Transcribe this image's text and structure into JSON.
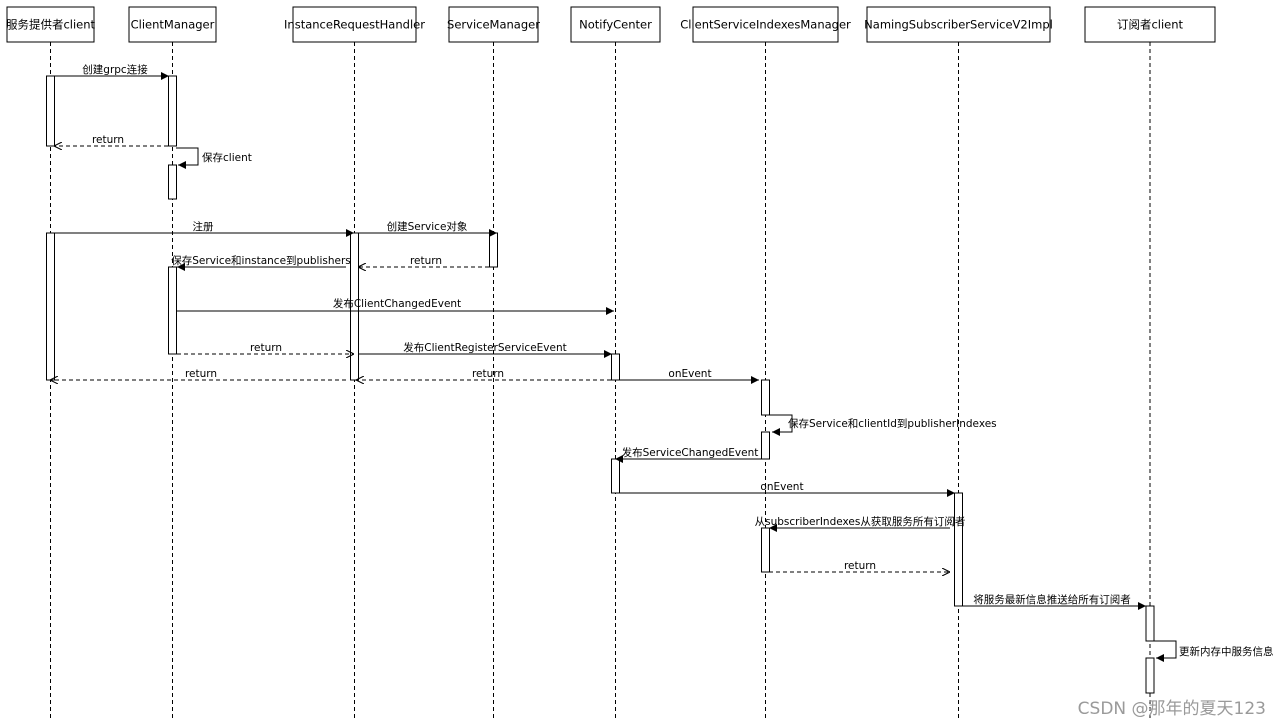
{
  "participants": [
    "服务提供者client",
    "ClientManager",
    "InstanceRequestHandler",
    "ServiceManager",
    "NotifyCenter",
    "ClientServiceIndexesManager",
    "NamingSubscriberServiceV2Impl",
    "订阅者client"
  ],
  "messages": [
    {
      "from": 0,
      "to": 1,
      "label": "创建grpc连接",
      "style": "sync"
    },
    {
      "from": 1,
      "to": 0,
      "label": "return",
      "style": "reply"
    },
    {
      "from": 1,
      "to": 1,
      "label": "保存client",
      "style": "self"
    },
    {
      "from": 0,
      "to": 2,
      "label": "注册",
      "style": "sync"
    },
    {
      "from": 2,
      "to": 3,
      "label": "创建Service对象",
      "style": "sync"
    },
    {
      "from": 3,
      "to": 2,
      "label": "return",
      "style": "reply"
    },
    {
      "from": 2,
      "to": 1,
      "label": "保存Service和instance到publishers",
      "style": "sync"
    },
    {
      "from": 1,
      "to": 4,
      "label": "发布ClientChangedEvent",
      "style": "sync"
    },
    {
      "from": 1,
      "to": 2,
      "label": "return",
      "style": "reply"
    },
    {
      "from": 2,
      "to": 4,
      "label": "发布ClientRegisterServiceEvent",
      "style": "sync"
    },
    {
      "from": 2,
      "to": 0,
      "label": "return",
      "style": "reply"
    },
    {
      "from": 4,
      "to": 2,
      "label": "return",
      "style": "reply"
    },
    {
      "from": 4,
      "to": 5,
      "label": "onEvent",
      "style": "sync"
    },
    {
      "from": 5,
      "to": 5,
      "label": "保存Service和clientId到publisherIndexes",
      "style": "self"
    },
    {
      "from": 5,
      "to": 4,
      "label": "发布ServiceChangedEvent",
      "style": "sync"
    },
    {
      "from": 4,
      "to": 6,
      "label": "onEvent",
      "style": "sync"
    },
    {
      "from": 6,
      "to": 5,
      "label": "从subscriberIndexes从获取服务所有订阅者",
      "style": "sync"
    },
    {
      "from": 5,
      "to": 6,
      "label": "return",
      "style": "reply"
    },
    {
      "from": 6,
      "to": 7,
      "label": "将服务最新信息推送给所有订阅者",
      "style": "sync"
    },
    {
      "from": 7,
      "to": 7,
      "label": "更新内存中服务信息",
      "style": "self"
    }
  ],
  "watermark": "CSDN @那年的夏天123"
}
